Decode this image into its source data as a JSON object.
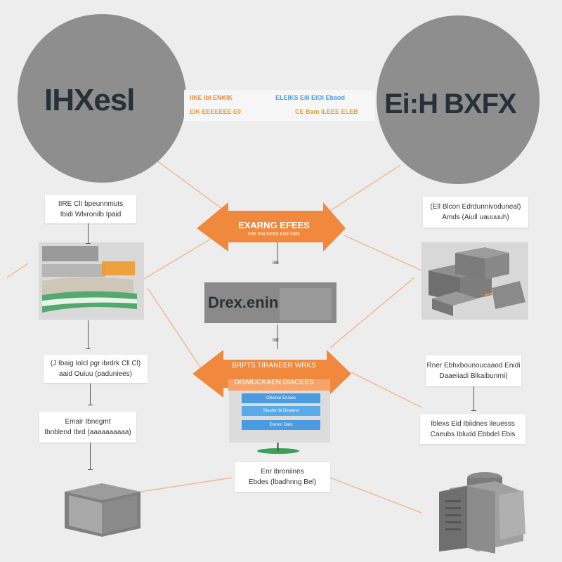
{
  "left_circle": {
    "title": "IHXesl"
  },
  "right_circle": {
    "title_left": "Ei:H",
    "title_right": "BXFX"
  },
  "legend": {
    "row1_left": "IIKE IbI ENKIK",
    "row1_right": "ELEIKS EiII EIOI Ebaod",
    "row2_left": "EIK  EEEEEEE  E0",
    "row2_right": "CE  Bam  ILEEE ELEB"
  },
  "top_arrow": {
    "title": "EXARNG EFEES",
    "subtitle": "EBE EMI  EIEEE  EME EBEI"
  },
  "center_box": {
    "label": "Drex.enin"
  },
  "bottom_arrow": {
    "line1": "BRPTS  TIRANEER  WRKS",
    "line2": "DISMUCKAEN  DIACEES"
  },
  "stack_bars": [
    "Citiwnar  Enraes",
    "Stuahn  Ibi  Dmaenn",
    "Ewrem  Dam"
  ],
  "labels": {
    "left_top": [
      "IIRE ClI bpeunnmuts",
      "Ibidi  Wlxronilb  Ipaid"
    ],
    "left_mid": [
      "(J Ibaig  Iolcl  pgr  ibrdrk  Cll  Cl)",
      "aaid  Ouiuu  (paduniees)"
    ],
    "left_bottom": [
      "Emair  Ibnegmt",
      "Ibnblend  Ibrd  (aaaaaaaaaa)"
    ],
    "right_top": [
      "(Ell Blcon  Edrdunnivoduneal)",
      "Amds  (Aiull  uauuuuh)"
    ],
    "right_mid": [
      "Rner  Ebhxbounoucaaod  Enidi",
      "Daaeiiadi  Blkaibunrni)"
    ],
    "right_bottom": [
      "Iblexs  Eid  Ibiidnes  ileuesss",
      "Caeubs  Ibludd  Ebbdel  Ebis"
    ],
    "center_bottom": [
      "Enr  ibroniines",
      "Ebdes  (lbadhnng  Bel)"
    ]
  },
  "markers": {
    "top": "IIIE",
    "mid": "IIIE"
  },
  "colors": {
    "background": "#ededed",
    "circle": "#8e8e8e",
    "arrow_orange": "#f0883e",
    "dark_text": "#26303a",
    "accent_green": "#3ba05a",
    "accent_blue": "#4a9be0",
    "accent_orange": "#f29a2e"
  }
}
